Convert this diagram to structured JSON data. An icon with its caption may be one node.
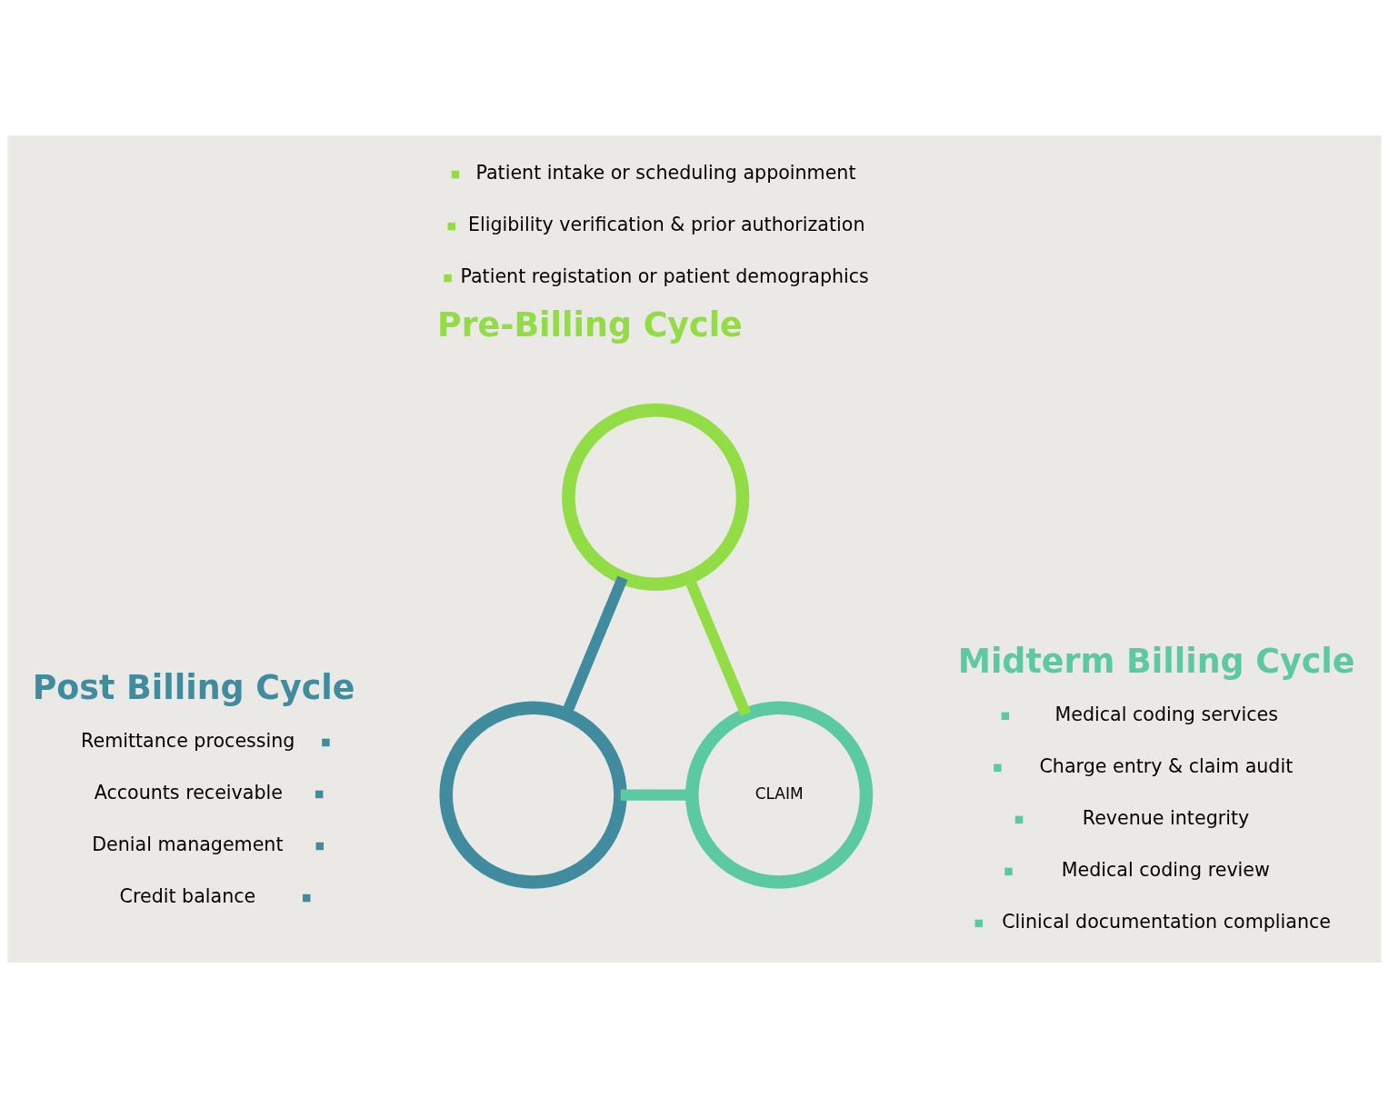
{
  "diagram": {
    "nodes": [
      {
        "text": [],
        "shape": "circle"
      },
      {
        "text": [],
        "shape": "circle"
      },
      {
        "text": [
          "CLAIM"
        ]
      }
    ],
    "edges": [
      {
        "from": 0,
        "to": 1,
        "arrow": "none",
        "color": "#408c9e"
      },
      {
        "from": 0,
        "to": 2,
        "arrow": "none",
        "color": "#92dd45"
      },
      {
        "from": 1,
        "to": 2,
        "arrow": "none",
        "color": "#5ccaa0"
      }
    ],
    "labels": [
      "Patient intake or scheduling appoinment",
      "Eligibility verification & prior authorization",
      "Patient registation or patient demographics",
      "Pre-Billing Cycle",
      "Post Billing Cycle",
      "Remittance processing",
      "Accounts receivable",
      "Denial management",
      "Credit balance",
      "Midterm Billing Cycle",
      "Medical coding services",
      "Charge entry & claim audit",
      "Revenue integrity",
      "Medical coding review",
      "Clinical documentation compliance"
    ]
  }
}
